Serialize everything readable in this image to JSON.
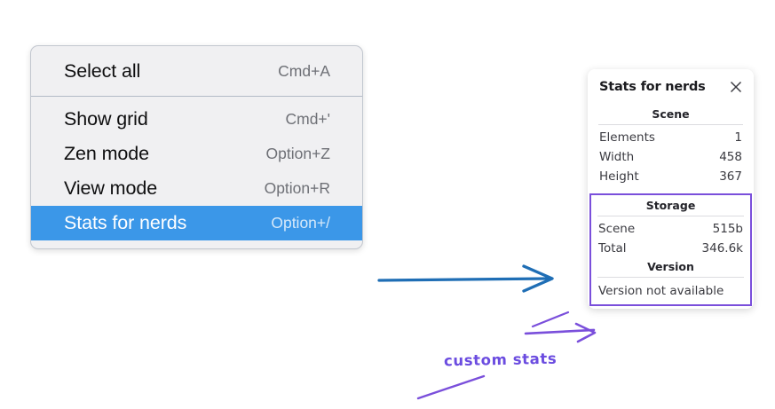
{
  "context_menu": {
    "name": "canvas-context-menu",
    "sections": [
      {
        "items": [
          {
            "label": "Select all",
            "shortcut": "Cmd+A",
            "selected": false
          }
        ]
      },
      {
        "items": [
          {
            "label": "Show grid",
            "shortcut": "Cmd+'",
            "selected": false
          },
          {
            "label": "Zen mode",
            "shortcut": "Option+Z",
            "selected": false
          },
          {
            "label": "View mode",
            "shortcut": "Option+R",
            "selected": false
          },
          {
            "label": "Stats for nerds",
            "shortcut": "Option+/",
            "selected": true
          }
        ]
      }
    ],
    "highlight_color": "#3b97e8"
  },
  "stats_panel": {
    "title": "Stats for nerds",
    "close_icon": "close-icon",
    "sections": [
      {
        "heading": "Scene",
        "rows": [
          {
            "key": "Elements",
            "value": "1"
          },
          {
            "key": "Width",
            "value": "458"
          },
          {
            "key": "Height",
            "value": "367"
          }
        ],
        "highlighted": false
      },
      {
        "heading": "Storage",
        "rows": [
          {
            "key": "Scene",
            "value": "515b"
          },
          {
            "key": "Total",
            "value": "346.6k"
          }
        ],
        "highlighted": true
      },
      {
        "heading": "Version",
        "plain_text": "Version not available",
        "rows": [],
        "highlighted": true
      }
    ],
    "highlight_border_color": "#7a4fdb"
  },
  "annotations": {
    "note_text": "custom stats",
    "note_color": "#6b4ce0",
    "arrow_color": "#1f6eb5"
  }
}
